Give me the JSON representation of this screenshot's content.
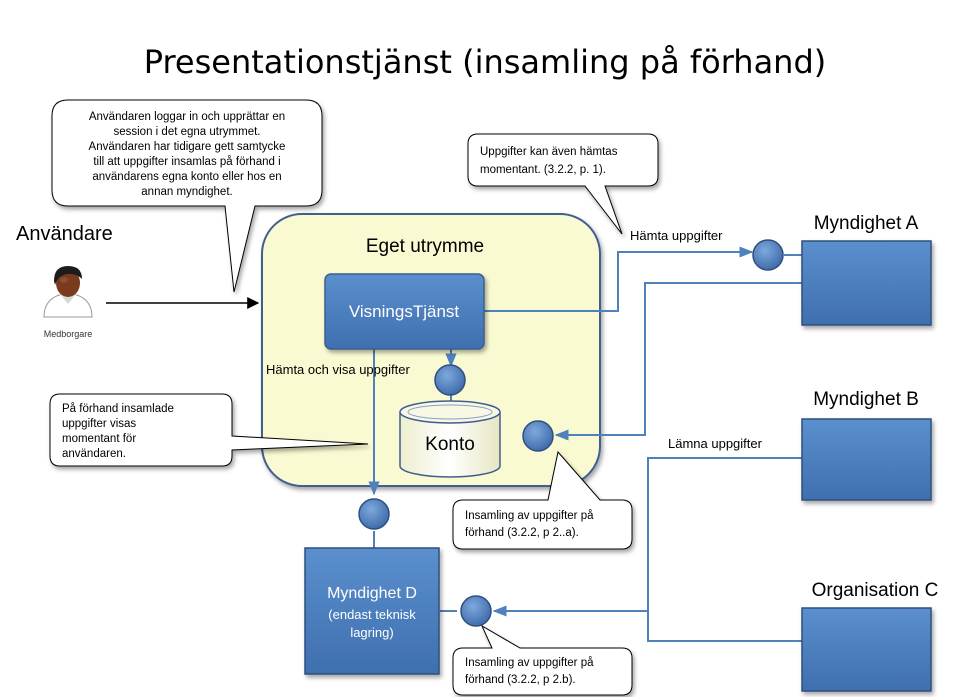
{
  "title": "Presentationstjänst  (insamling på förhand)",
  "actor": {
    "heading": "Användare",
    "label": "Medborgare"
  },
  "space": {
    "title": "Eget utrymme"
  },
  "service": {
    "label": "VisningsTjänst"
  },
  "account": {
    "label": "Konto"
  },
  "agencies": {
    "a": "Myndighet A",
    "b": "Myndighet B",
    "c": "Organisation C",
    "d_line1": "Myndighet D",
    "d_line2": "(endast teknisk",
    "d_line3": "lagring)"
  },
  "flows": {
    "fetch": "Hämta uppgifter",
    "fetch_show": "Hämta och visa uppgifter",
    "submit": "Lämna uppgifter"
  },
  "callouts": {
    "login": [
      "Användaren  loggar in och upprättar en",
      "session i det egna utrymmet.",
      "Användaren  har tidigare gett samtycke",
      "till att uppgifter insamlas på förhand  i",
      "användarens  egna konto eller hos en",
      "annan myndighet."
    ],
    "momentary": [
      "Uppgifter kan även  hämtas",
      "momentant.  (3.2.2, p. 1)."
    ],
    "shown": [
      "På förhand insamlade",
      "uppgifter visas",
      "momentant för",
      "användaren."
    ],
    "collect_a": [
      "Insamling av uppgifter på",
      "förhand  (3.2.2, p 2..a)."
    ],
    "collect_b": [
      "Insamling av uppgifter på",
      "förhand  (3.2.2, p 2.b)."
    ]
  },
  "colors": {
    "box_fill": "#4f81bd",
    "box_stroke": "#3a5f8f",
    "line": "#4f81bd",
    "space_fill": "#fafad2",
    "space_stroke": "#3f5f8f",
    "text_dark": "#000000",
    "text_light": "#ffffff"
  }
}
